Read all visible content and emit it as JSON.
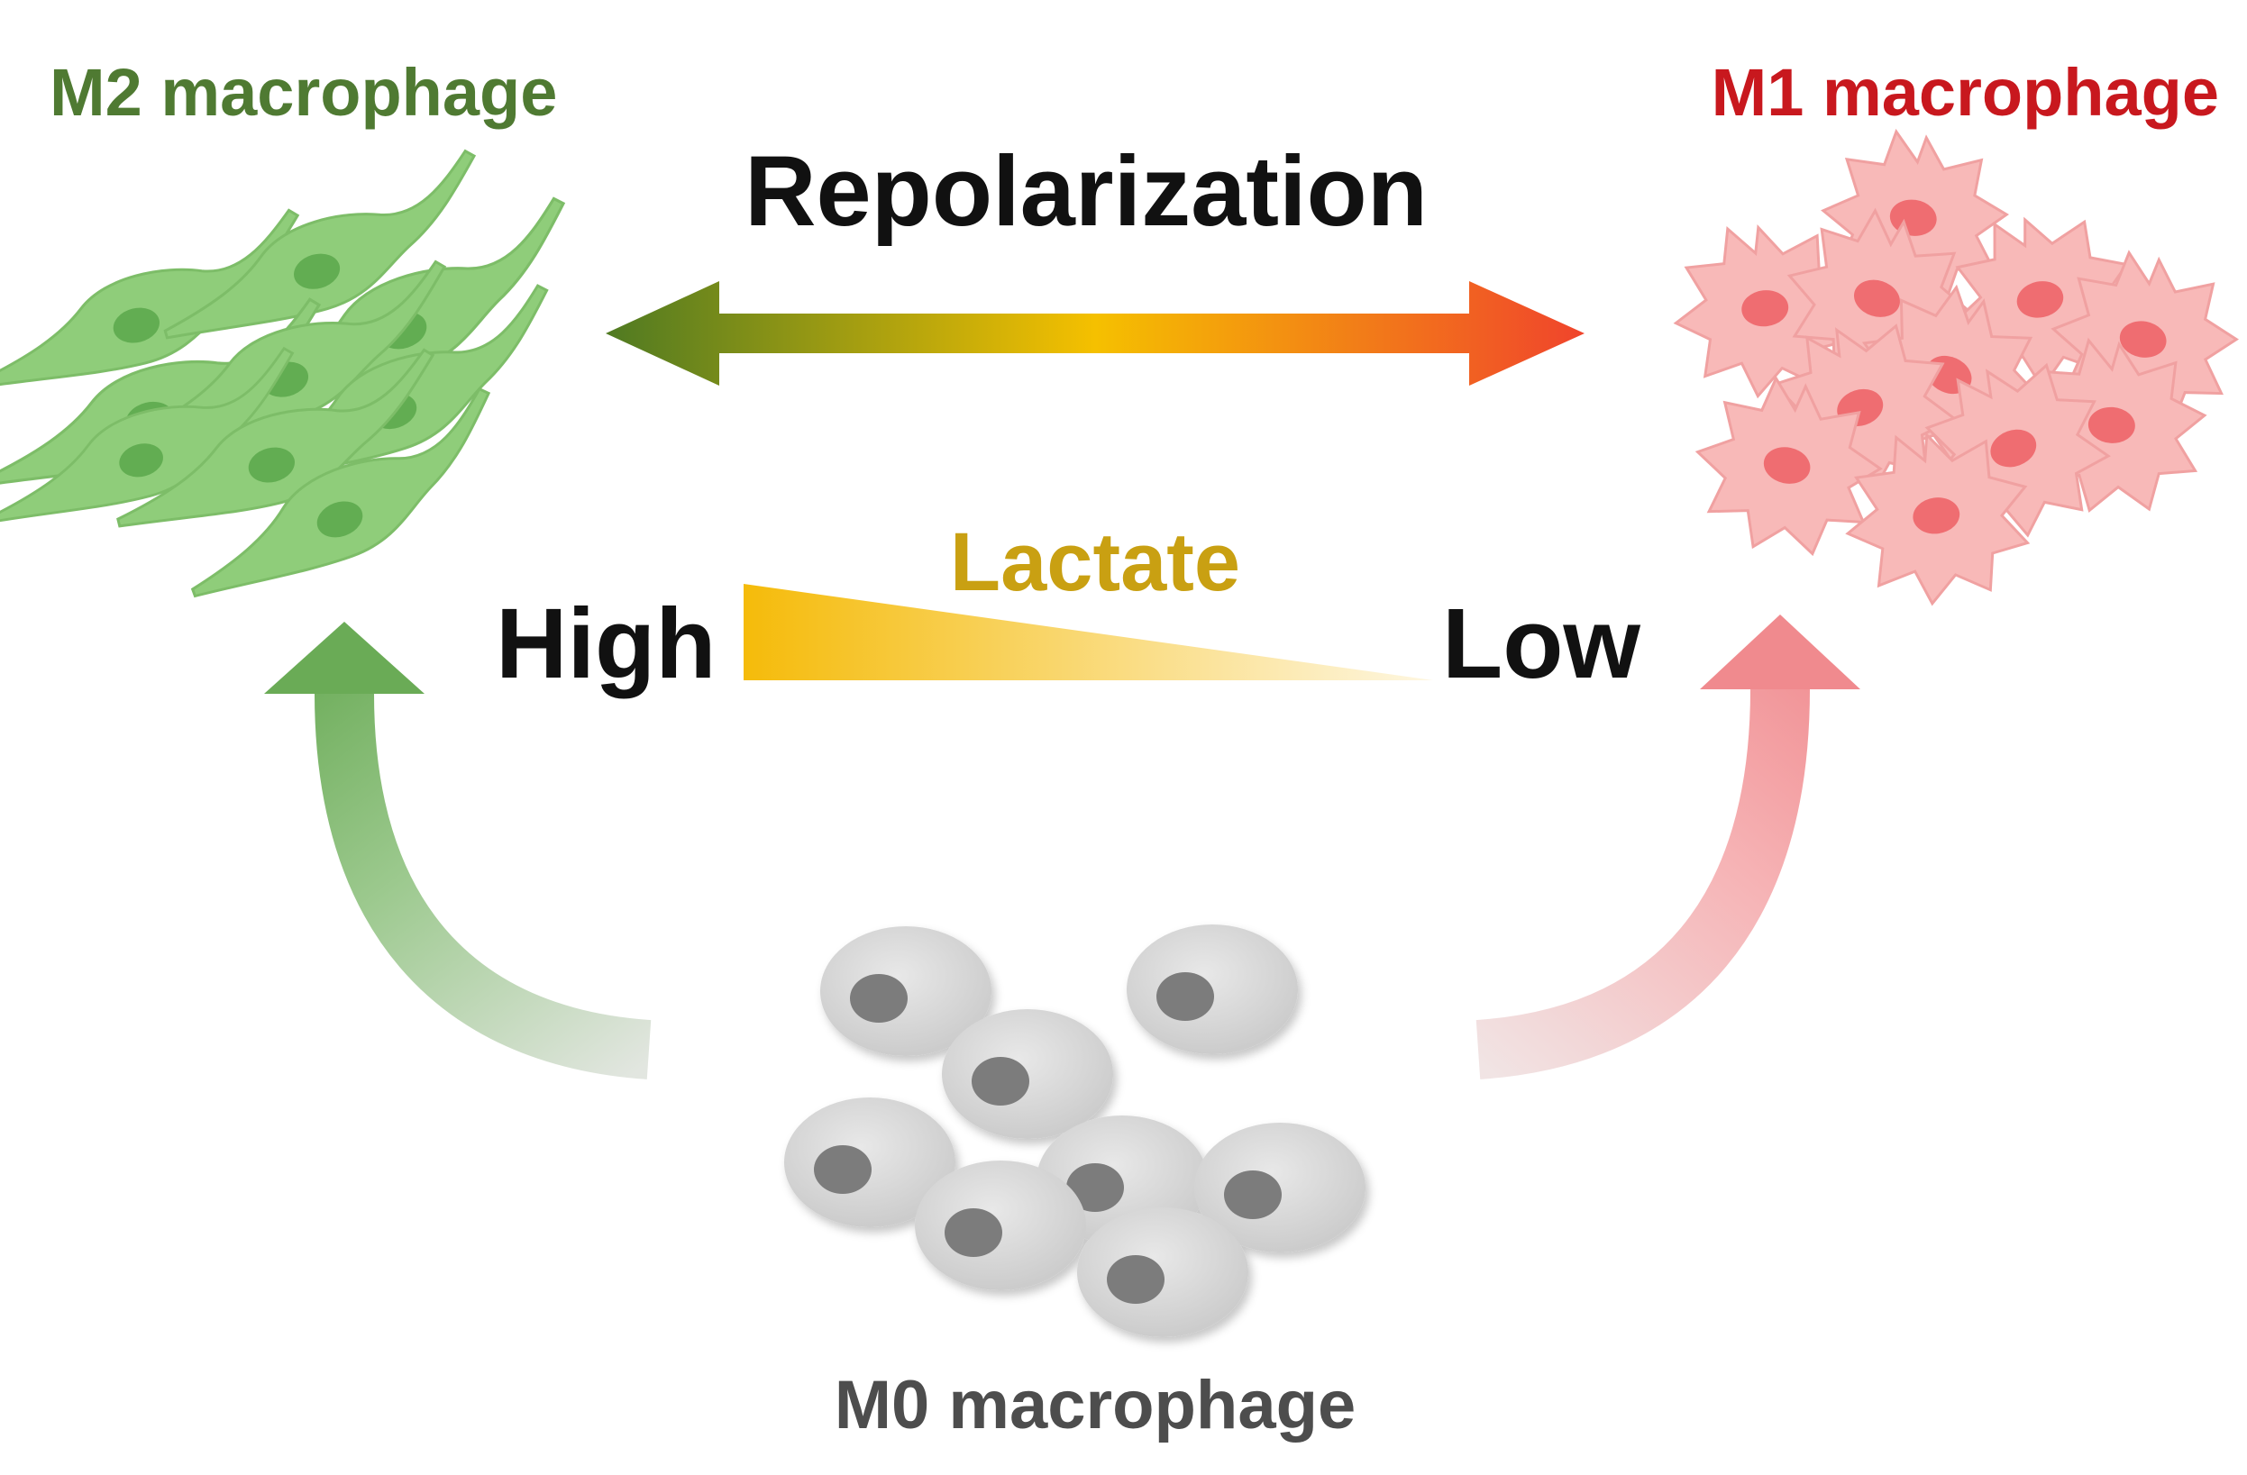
{
  "labels": {
    "m2": "M2 macrophage",
    "m1": "M1 macrophage",
    "m0": "M0 macrophage",
    "repolarization": "Repolarization",
    "lactate": "Lactate",
    "high": "High",
    "low": "Low"
  },
  "colors": {
    "m2_text": "#4f7a32",
    "m1_text": "#c8181e",
    "m0_text": "#4d4d4d",
    "lactate_text": "#c9a012",
    "arrow_left": "#4f7a22",
    "arrow_mid": "#f5c000",
    "arrow_right": "#f0442c",
    "m2_cell": "#8fcd7a",
    "m2_nucleus": "#62ad52",
    "m1_cell": "#f8b9b8",
    "m1_nucleus": "#ef6d71",
    "m0_cell": "#d8d8d8",
    "m0_nucleus": "#7b7b7b",
    "lactate_wedge": "#f5bb0a"
  },
  "icons": [
    "bidirectional-arrow-icon",
    "lactate-gradient-wedge-icon",
    "curved-arrow-up-icon"
  ]
}
